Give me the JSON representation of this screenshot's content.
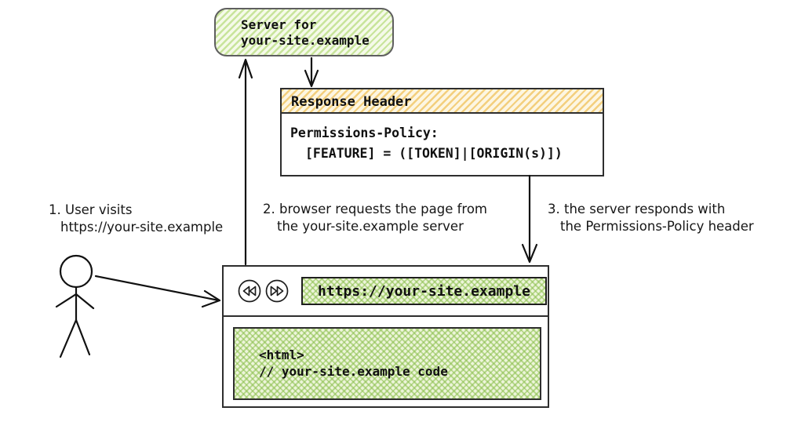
{
  "diagram": {
    "server": {
      "line1": "Server for",
      "line2": "your-site.example"
    },
    "response_header": {
      "title": "Response Header",
      "body_line1": "Permissions-Policy:",
      "body_line2": "[FEATURE] = ([TOKEN]|[ORIGIN(s)])"
    },
    "notes": [
      {
        "line1": "1. User visits",
        "line2": "https://your-site.example"
      },
      {
        "line1": "2. browser requests the page from",
        "line2": "the your-site.example server"
      },
      {
        "line1": "3. the server responds with",
        "line2": "the Permissions-Policy header"
      }
    ],
    "browser": {
      "url": "https://your-site.example",
      "code_line1": "<html>",
      "code_line2": "// your-site.example code",
      "back_icon": "rewind-double-triangle-icon",
      "forward_icon": "fast-forward-double-triangle-icon"
    },
    "colors": {
      "green_hatch": "#c8e49b",
      "orange_hatch": "#f3cf7d",
      "line": "#1c1c1c"
    }
  }
}
